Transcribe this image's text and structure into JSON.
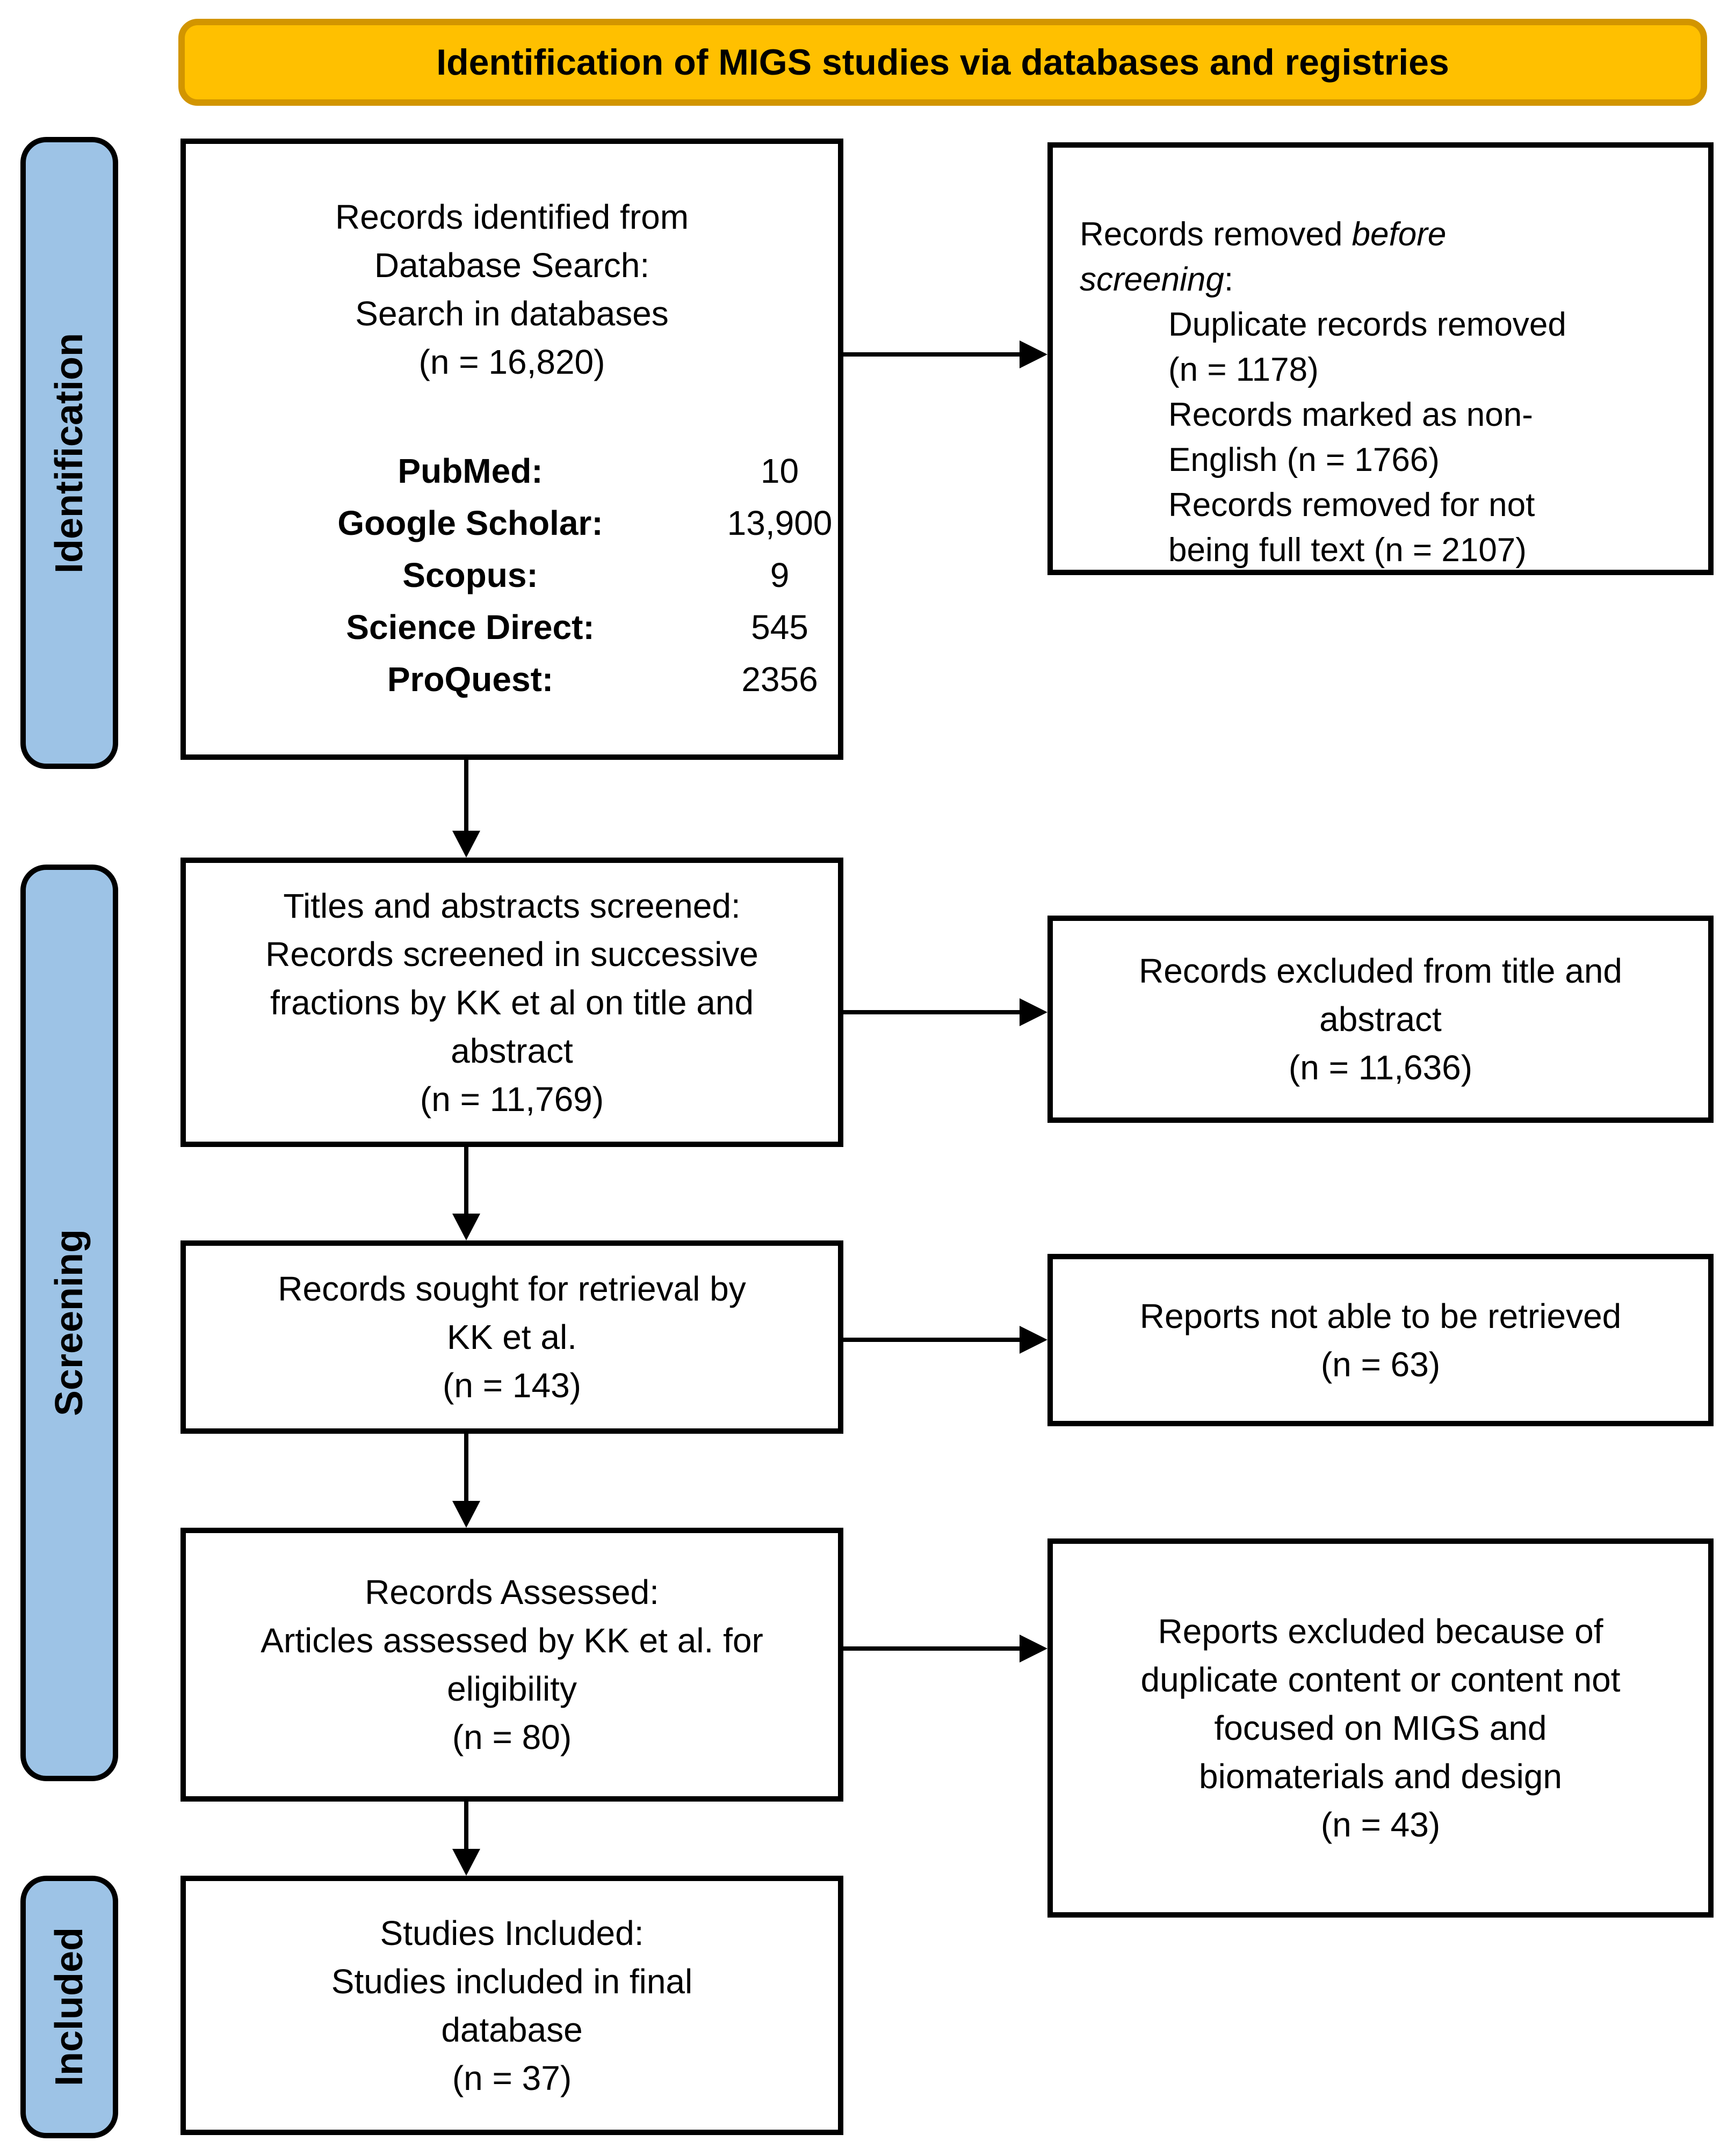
{
  "banner": {
    "label": "Identification of MIGS studies via databases and registries"
  },
  "stages": [
    {
      "label": "Identification"
    },
    {
      "label": "Screening"
    },
    {
      "label": "Included"
    }
  ],
  "colors": {
    "banner_fill": "#FFC000",
    "banner_border": "#D29500",
    "stage_fill": "#9DC3E6",
    "stage_border": "#000000",
    "box_border": "#000000"
  },
  "boxes": {
    "identified": {
      "lines": [
        "Records identified from",
        "Database Search:",
        "Search in databases",
        "(n = 16,820)"
      ],
      "sources": [
        {
          "name": "PubMed:",
          "count": "10"
        },
        {
          "name": "Google Scholar:",
          "count": "13,900"
        },
        {
          "name": "Scopus:",
          "count": "9"
        },
        {
          "name": "Science Direct:",
          "count": "545"
        },
        {
          "name": "ProQuest:",
          "count": "2356"
        }
      ]
    },
    "removed": {
      "line1_normal": "Records removed ",
      "line1_italic": "before",
      "line2_italic": "screening",
      "line2_normal": ":",
      "items": [
        {
          "lines": [
            "Duplicate records removed",
            "(n = 1178)"
          ]
        },
        {
          "lines": [
            "Records marked as non-",
            "English (n = 1766)"
          ]
        },
        {
          "lines": [
            "Records removed for not",
            "being full text (n = 2107)"
          ]
        }
      ]
    },
    "screened": {
      "lines": [
        "Titles and abstracts screened:",
        "Records screened in successive",
        "fractions by KK et al on title and",
        "abstract",
        "(n = 11,769)"
      ]
    },
    "excluded_title_abstract": {
      "lines": [
        "Records excluded from title and",
        "abstract",
        "(n = 11,636)"
      ]
    },
    "sought": {
      "lines": [
        "Records sought for retrieval by",
        "KK et al.",
        "(n = 143)"
      ]
    },
    "not_retrieved": {
      "lines": [
        "Reports not able to be retrieved",
        "(n = 63)"
      ]
    },
    "assessed": {
      "lines": [
        "Records Assessed:",
        "Articles assessed by KK et al. for",
        "eligibility",
        "(n = 80)"
      ]
    },
    "excluded_reports": {
      "lines": [
        "Reports excluded because of",
        "duplicate content or content not",
        "focused on MIGS and",
        "biomaterials and design",
        "(n = 43)"
      ]
    },
    "included": {
      "lines": [
        "Studies Included:",
        "Studies included in final",
        "database",
        "(n = 37)"
      ]
    }
  }
}
